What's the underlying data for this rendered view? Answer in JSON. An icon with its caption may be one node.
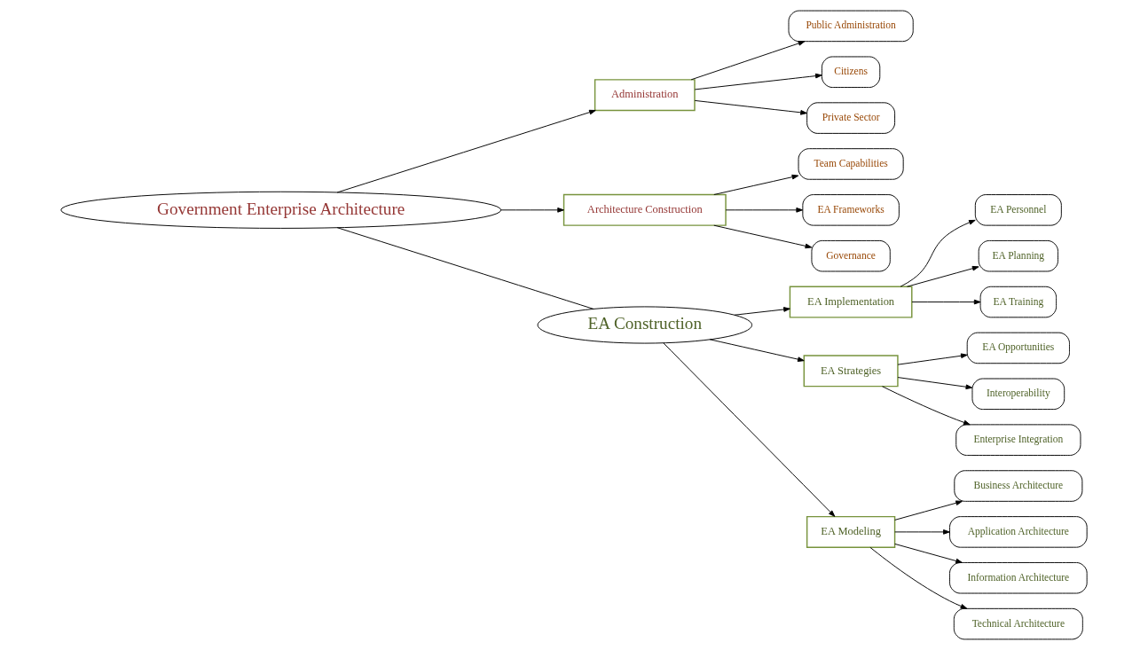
{
  "diagram": {
    "nodes": [
      {
        "text": [
          "Government Enterprise Architecture"
        ]
      },
      {
        "text": [
          "Administration"
        ]
      },
      {
        "text": [
          "Public Administration"
        ]
      },
      {
        "text": [
          "Citizens"
        ]
      },
      {
        "text": [
          "Private Sector"
        ]
      },
      {
        "text": [
          "Architecture Construction"
        ]
      },
      {
        "text": [
          "Team Capabilities"
        ]
      },
      {
        "text": [
          "EA Frameworks"
        ]
      },
      {
        "text": [
          "Governance"
        ]
      },
      {
        "text": [
          "EA Construction"
        ]
      },
      {
        "text": [
          "EA Implementation"
        ]
      },
      {
        "text": [
          "EA Personnel"
        ]
      },
      {
        "text": [
          "EA Planning"
        ]
      },
      {
        "text": [
          "EA Training"
        ]
      },
      {
        "text": [
          "EA Strategies"
        ]
      },
      {
        "text": [
          "EA Opportunities"
        ]
      },
      {
        "text": [
          "Interoperability"
        ]
      },
      {
        "text": [
          "Enterprise Integration"
        ]
      },
      {
        "text": [
          "EA Modeling"
        ]
      },
      {
        "text": [
          "Business Architecture"
        ]
      },
      {
        "text": [
          "Application Architecture"
        ]
      },
      {
        "text": [
          "Information Architecture"
        ]
      },
      {
        "text": [
          "Technical Architecture"
        ]
      }
    ],
    "edges": [
      {
        "from": 0,
        "to": 1,
        "arrow": "to"
      },
      {
        "from": 1,
        "to": 2,
        "arrow": "to"
      },
      {
        "from": 1,
        "to": 3,
        "arrow": "to"
      },
      {
        "from": 1,
        "to": 4,
        "arrow": "to"
      },
      {
        "from": 0,
        "to": 5,
        "arrow": "to"
      },
      {
        "from": 5,
        "to": 6,
        "arrow": "to"
      },
      {
        "from": 5,
        "to": 7,
        "arrow": "to"
      },
      {
        "from": 5,
        "to": 8,
        "arrow": "to"
      },
      {
        "from": 0,
        "to": 9,
        "arrow": "none"
      },
      {
        "from": 9,
        "to": 10,
        "arrow": "to"
      },
      {
        "from": 10,
        "to": 11,
        "arrow": "to"
      },
      {
        "from": 10,
        "to": 12,
        "arrow": "to"
      },
      {
        "from": 10,
        "to": 13,
        "arrow": "to"
      },
      {
        "from": 9,
        "to": 14,
        "arrow": "to"
      },
      {
        "from": 14,
        "to": 15,
        "arrow": "to"
      },
      {
        "from": 14,
        "to": 16,
        "arrow": "to"
      },
      {
        "from": 14,
        "to": 17,
        "arrow": "to"
      },
      {
        "from": 9,
        "to": 18,
        "arrow": "to"
      },
      {
        "from": 18,
        "to": 19,
        "arrow": "to"
      },
      {
        "from": 18,
        "to": 20,
        "arrow": "to"
      },
      {
        "from": 18,
        "to": 21,
        "arrow": "to"
      },
      {
        "from": 18,
        "to": 22,
        "arrow": "to"
      }
    ]
  }
}
